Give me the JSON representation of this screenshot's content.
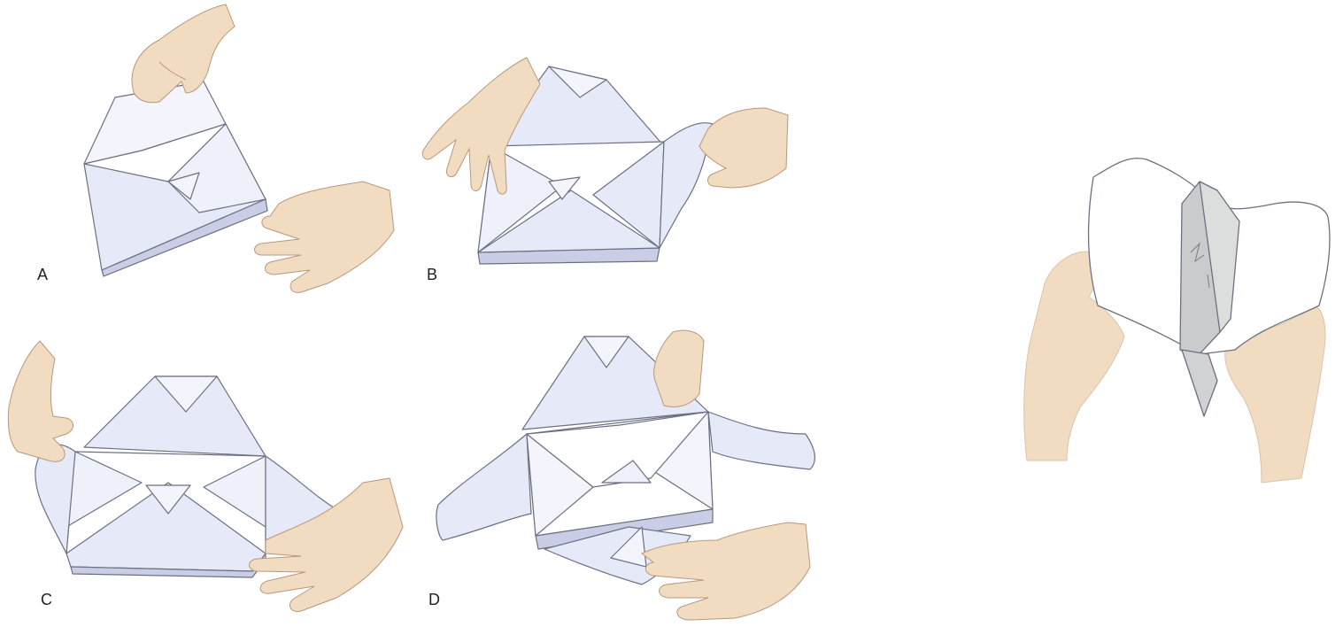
{
  "panels": [
    {
      "label": "A"
    },
    {
      "label": "B"
    },
    {
      "label": "C"
    },
    {
      "label": "D"
    }
  ],
  "colors": {
    "wrap": "#e6e9f7",
    "wrap_light": "#f4f5fc",
    "wrap_shadow": "#c9cde6",
    "outline": "#6d7080",
    "skin": "#f1dcc2",
    "skin_shadow": "#ddbd9b",
    "pack_gray": "#c9cbcc",
    "background": "#ffffff"
  }
}
